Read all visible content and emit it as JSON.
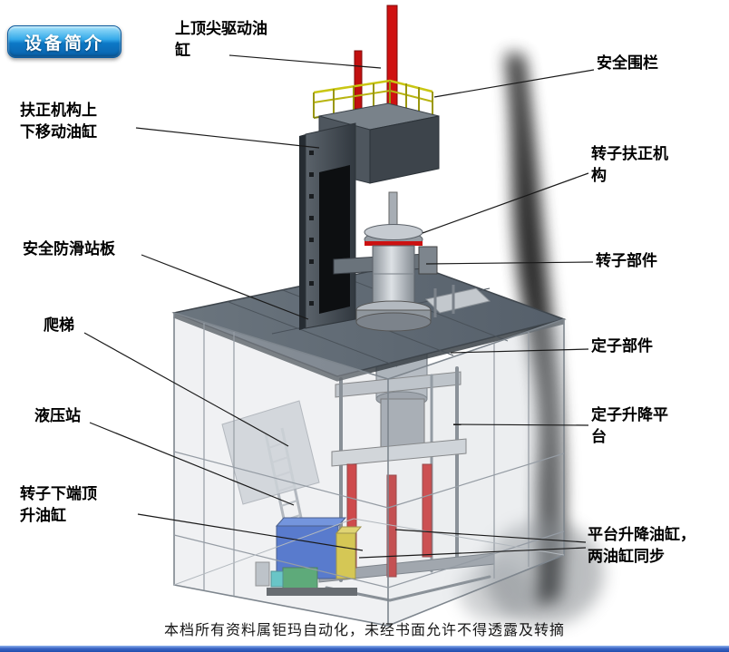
{
  "badge": {
    "label": "设备简介"
  },
  "callouts": [
    {
      "id": "top-spindle-cylinder",
      "text": "上顶尖驱动油缸"
    },
    {
      "id": "safety-fence",
      "text": "安全围栏"
    },
    {
      "id": "centering-updown-cylinder",
      "text": "扶正机构上下移动油缸"
    },
    {
      "id": "rotor-centering-mechanism",
      "text": "转子扶正机构"
    },
    {
      "id": "antislip-standing-platform",
      "text": "安全防滑站板"
    },
    {
      "id": "rotor-part",
      "text": "转子部件"
    },
    {
      "id": "ladder",
      "text": "爬梯"
    },
    {
      "id": "stator-part",
      "text": "定子部件"
    },
    {
      "id": "hydraulic-station",
      "text": "液压站"
    },
    {
      "id": "stator-lift-platform",
      "text": "定子升降平台"
    },
    {
      "id": "rotor-bottom-jack-cylinder",
      "text": "转子下端顶升油缸"
    },
    {
      "id": "platform-lift-cylinders",
      "text": "平台升降油缸，两油缸同步"
    }
  ],
  "footer": {
    "text": "本档所有资料属钜玛自动化，未经书面允许不得透露及转摘"
  },
  "colors": {
    "badge_blue": "#0d78c6",
    "cylinder_red": "#cf1111",
    "railing_yellow": "#c9c613",
    "hydraulic_blue": "#2757c9",
    "cabinet_yellow": "#d9c31d",
    "pump_green": "#2f9a52",
    "bottom_bar_blue": "#1f4fae"
  }
}
